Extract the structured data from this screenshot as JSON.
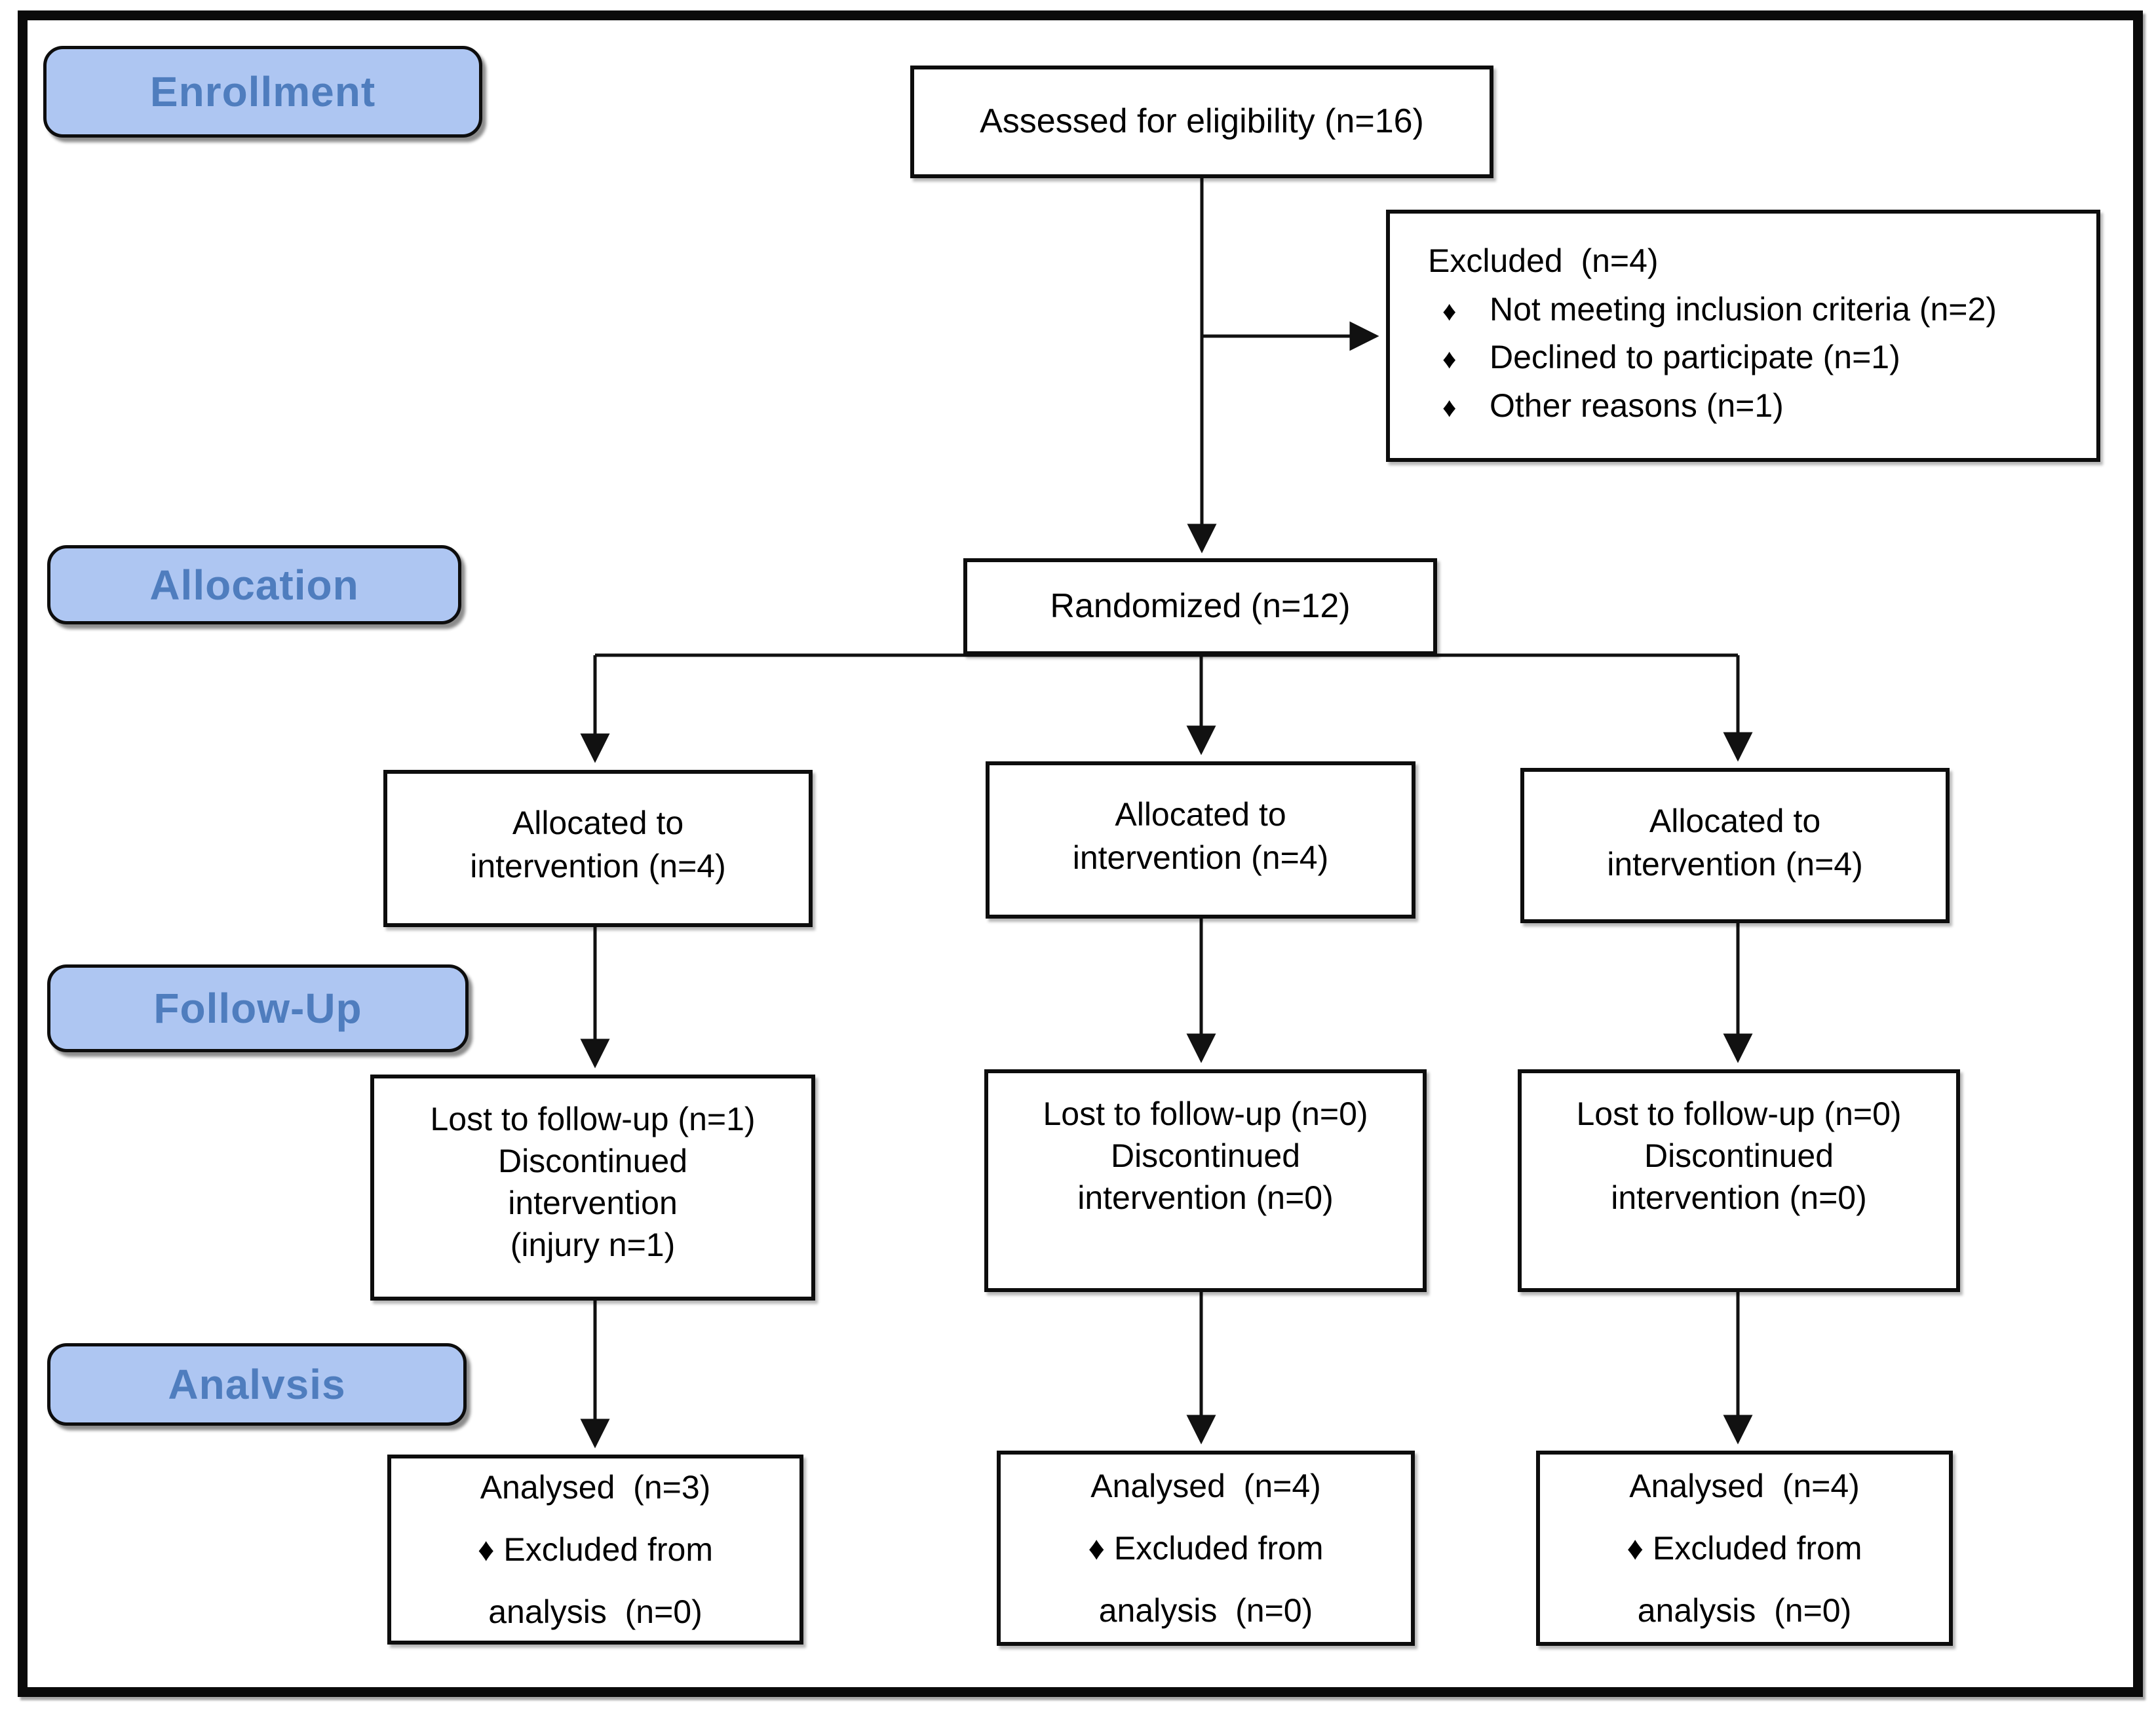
{
  "figure": {
    "type": "consort-flow-diagram",
    "bullet_icon": "♦",
    "colors": {
      "badge_fill": "#AEC6F2",
      "badge_text": "#4F7DBE",
      "box_border": "#0d0d0d",
      "connector_line": "#111111",
      "background": "#ffffff"
    },
    "stages": [
      {
        "label": "Enrollment"
      },
      {
        "label": "Allocation"
      },
      {
        "label": "Follow-Up"
      },
      {
        "label": "Analvsis"
      }
    ],
    "assessed": {
      "text": "Assessed for eligibility (n=16)"
    },
    "excluded": {
      "title": "Excluded  (n=4)",
      "bullets": [
        "Not meeting inclusion criteria (n=2)",
        "Declined to participate (n=1)",
        "Other reasons (n=1)"
      ]
    },
    "randomized": {
      "text": "Randomized (n=12)"
    },
    "allocated": [
      {
        "lines": [
          "Allocated to",
          "intervention (n=4)"
        ]
      },
      {
        "lines": [
          "Allocated to",
          "intervention (n=4)"
        ]
      },
      {
        "lines": [
          "Allocated to",
          "intervention (n=4)"
        ]
      }
    ],
    "followup_boxes": [
      {
        "lines": [
          "Lost to follow-up (n=1)",
          "Discontinued",
          "intervention",
          "(injury n=1)"
        ]
      },
      {
        "lines": [
          "Lost to follow-up (n=0)",
          "Discontinued",
          "intervention (n=0)"
        ]
      },
      {
        "lines": [
          "Lost to follow-up (n=0)",
          "Discontinued",
          "intervention (n=0)"
        ]
      }
    ],
    "analysed_boxes": [
      {
        "line1": "Analysed  (n=3)",
        "line2": "Excluded from",
        "line3": "analysis  (n=0)"
      },
      {
        "line1": "Analysed  (n=4)",
        "line2": "Excluded from",
        "line3": "analysis  (n=0)"
      },
      {
        "line1": "Analysed  (n=4)",
        "line2": "Excluded from",
        "line3": "analysis  (n=0)"
      }
    ]
  }
}
